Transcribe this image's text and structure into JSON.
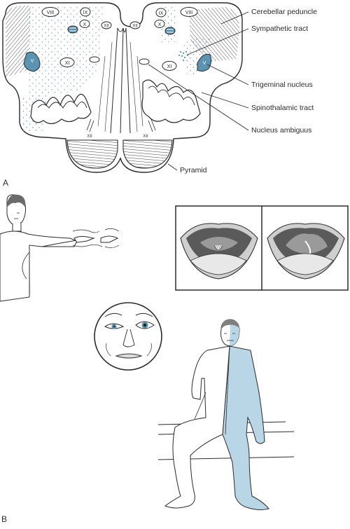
{
  "panel_a": {
    "panel_label": "A",
    "nuclei": {
      "viii": "VIII",
      "ix": "IX",
      "x": "X",
      "xii": "XII",
      "xi": "XI",
      "v": "V",
      "xii_small": "XII"
    },
    "callouts": [
      "Cerebellar peduncle",
      "Sympathetic tract",
      "Trigeminal nucleus",
      "Spinothalamic tract",
      "Nucleus ambiguus",
      "Pyramid"
    ]
  },
  "panel_b": {
    "panel_label": "B"
  },
  "colors": {
    "line": "#2b2b2b",
    "nucleus_fill": "#5b94b3",
    "light_blue": "#b9d6e6",
    "skin": "#ffffff",
    "dots": "#5e8ea8"
  },
  "icons": {
    "medulla": "medulla-cross-section-icon",
    "finger_nose": "finger-nose-test-figure-icon",
    "palate": "palate-comparison-icon",
    "face": "horner-face-icon",
    "seated": "seated-man-figure-icon"
  }
}
